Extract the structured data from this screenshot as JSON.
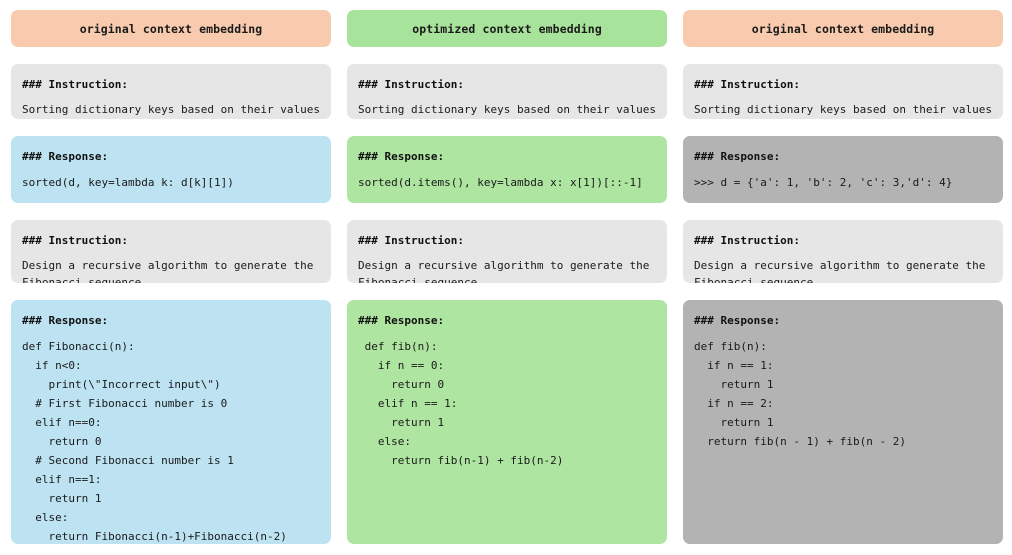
{
  "page": {
    "background": "#ffffff",
    "columns": [
      {
        "id": "col-1",
        "header": {
          "label": "original context embedding",
          "color": "#f8caae"
        },
        "accent": "#bde3f3",
        "neutral": "#e6e6e6",
        "cards": [
          {
            "kind": "instruction",
            "title": "### Instruction:",
            "body": "Sorting dictionary keys based on their values"
          },
          {
            "kind": "response-short",
            "title": "### Response:",
            "body": "sorted(d, key=lambda k: d[k][1])"
          },
          {
            "kind": "instruction-2",
            "title": "### Instruction:",
            "body": "Design a recursive algorithm to generate the\nFibonacci sequence."
          },
          {
            "kind": "response-long",
            "title": "### Response:",
            "body": "def Fibonacci(n):\n  if n<0:\n    print(\\\"Incorrect input\\\")\n  # First Fibonacci number is 0\n  elif n==0:\n    return 0\n  # Second Fibonacci number is 1\n  elif n==1:\n    return 1\n  else:\n    return Fibonacci(n-1)+Fibonacci(n-2)"
          }
        ]
      },
      {
        "id": "col-2",
        "header": {
          "label": "optimized context embedding",
          "color": "#a8e39b"
        },
        "accent": "#aee5a1",
        "neutral": "#e6e6e6",
        "cards": [
          {
            "kind": "instruction",
            "title": "### Instruction:",
            "body": "Sorting dictionary keys based on their values"
          },
          {
            "kind": "response-short",
            "title": "### Response:",
            "body": "sorted(d.items(), key=lambda x: x[1])[::-1]"
          },
          {
            "kind": "instruction-2",
            "title": "### Instruction:",
            "body": "Design a recursive algorithm to generate the\nFibonacci sequence."
          },
          {
            "kind": "response-long",
            "title": "### Response:",
            "body": " def fib(n):\n   if n == 0:\n     return 0\n   elif n == 1:\n     return 1\n   else:\n     return fib(n-1) + fib(n-2)"
          }
        ]
      },
      {
        "id": "col-3",
        "header": {
          "label": "original context embedding",
          "color": "#f8caae"
        },
        "accent": "#b3b3b3",
        "neutral": "#e6e6e6",
        "cards": [
          {
            "kind": "instruction",
            "title": "### Instruction:",
            "body": "Sorting dictionary keys based on their values"
          },
          {
            "kind": "response-short",
            "title": "### Response:",
            "body": ">>> d = {'a': 1, 'b': 2, 'c': 3,'d': 4}"
          },
          {
            "kind": "instruction-2",
            "title": "### Instruction:",
            "body": "Design a recursive algorithm to generate the\nFibonacci sequence."
          },
          {
            "kind": "response-long",
            "title": "### Response:",
            "body": "def fib(n):\n  if n == 1:\n    return 1\n  if n == 2:\n    return 1\n  return fib(n - 1) + fib(n - 2)"
          }
        ]
      }
    ]
  }
}
